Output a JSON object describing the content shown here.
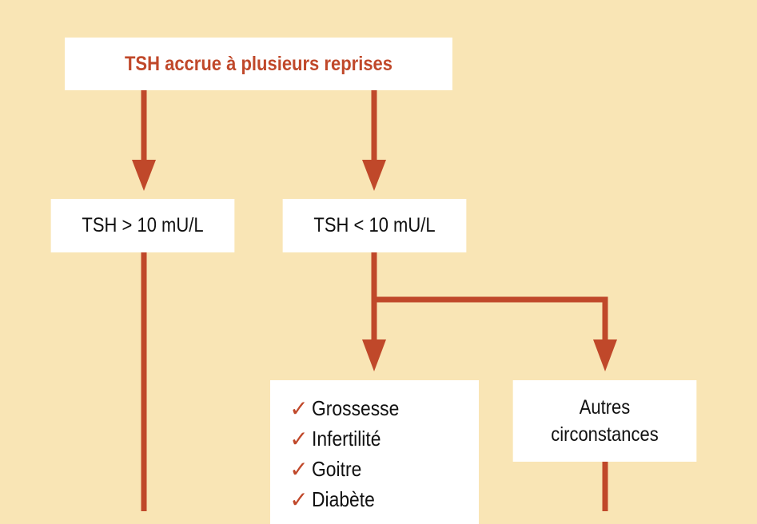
{
  "top": "TSH accrue à plusieurs reprises",
  "left": "TSH > 10 mU/L",
  "right": "TSH < 10 mU/L",
  "checklist": [
    "Grossesse",
    "Infertilité",
    "Goitre",
    "Diabète"
  ],
  "other": "Autres circonstances",
  "colors": {
    "background": "#f9e5b5",
    "accent": "#c0482a"
  }
}
